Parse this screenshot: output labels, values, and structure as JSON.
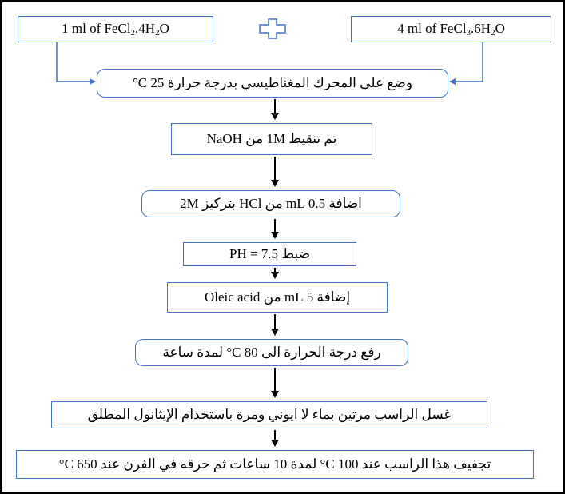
{
  "inputs": {
    "ferrous": {
      "lead": "1 ml of FeCl",
      "sub1": "2",
      "mid": ".4H",
      "sub2": "2",
      "tail": "O"
    },
    "ferric": {
      "lead": "4 ml of FeCl",
      "sub1": "3",
      "mid": ".6H",
      "sub2": "2",
      "tail": "O"
    }
  },
  "steps": [
    "وضع على المحرك المغناطيسي بدرجة حرارة 25 C°",
    "تم تنقيط 1M من NaOH",
    "اضافة 0.5 mL من HCl بتركيز 2M",
    "ضبط PH = 7.5",
    "إضافة 5 mL من Oleic acid",
    "رفع درجة الحرارة الى 80 C° لمدة ساعة",
    "غسل الراسب مرتين بماء لا ايوني ومرة باستخدام الإيثانول المطلق",
    "تجفيف هذا الراسب عند 100 C° لمدة 10 ساعات ثم حرقه في الفرن عند 650 C°"
  ],
  "colors": {
    "box_border": "#4472c4",
    "connector": "#4472c4",
    "arrow": "#000000",
    "frame": "#000000"
  },
  "icons": {
    "combine": "plus-icon"
  }
}
